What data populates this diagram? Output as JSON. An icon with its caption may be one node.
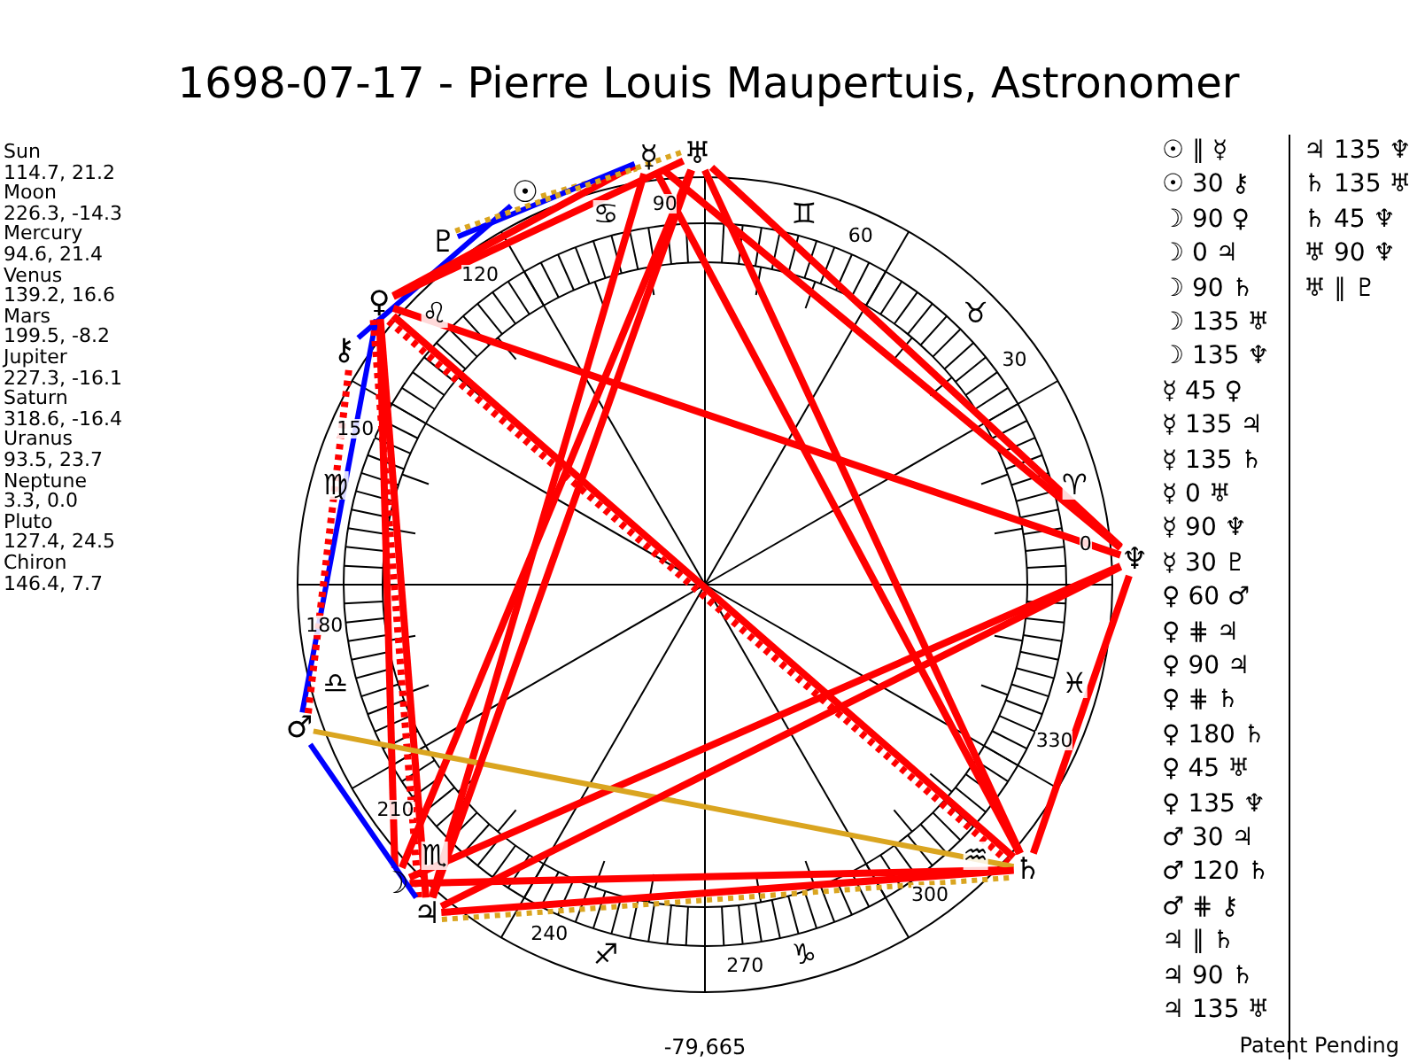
{
  "diagram": {
    "title": "1698-07-17 - Pierre Louis Maupertuis, Astronomer",
    "nodes": [
      {
        "text": [
          "☉"
        ]
      },
      {
        "text": [
          "☽"
        ]
      },
      {
        "text": [
          "☿"
        ]
      },
      {
        "text": [
          "♀"
        ]
      },
      {
        "text": [
          "♂"
        ]
      },
      {
        "text": [
          "♃"
        ]
      },
      {
        "text": [
          "♄"
        ]
      },
      {
        "text": [
          "♅"
        ]
      },
      {
        "text": [
          "♆"
        ]
      },
      {
        "text": [
          "♇"
        ]
      },
      {
        "text": [
          "⚷"
        ]
      }
    ],
    "edges": [
      {
        "from": 0,
        "to": 2,
        "arrow": "none",
        "style": "dashed",
        "color": "#daa520"
      },
      {
        "from": 0,
        "to": 10,
        "arrow": "none",
        "color": "#0000ff"
      },
      {
        "from": 1,
        "to": 3,
        "arrow": "none"
      },
      {
        "from": 1,
        "to": 6,
        "arrow": "none"
      },
      {
        "from": 1,
        "to": 7,
        "arrow": "none"
      },
      {
        "from": 1,
        "to": 8,
        "arrow": "none"
      },
      {
        "from": 2,
        "to": 3,
        "arrow": "none"
      },
      {
        "from": 2,
        "to": 5,
        "arrow": "none"
      },
      {
        "from": 2,
        "to": 6,
        "arrow": "none"
      },
      {
        "from": 2,
        "to": 8,
        "arrow": "none"
      },
      {
        "from": 2,
        "to": 9,
        "arrow": "none",
        "color": "#0000ff"
      },
      {
        "from": 3,
        "to": 4,
        "arrow": "none",
        "color": "#0000ff"
      },
      {
        "from": 3,
        "to": 5,
        "arrow": "none",
        "style": "dashed"
      },
      {
        "from": 3,
        "to": 5,
        "arrow": "none"
      },
      {
        "from": 3,
        "to": 6,
        "arrow": "none",
        "style": "dashed"
      },
      {
        "from": 3,
        "to": 6,
        "arrow": "none"
      },
      {
        "from": 3,
        "to": 7,
        "arrow": "none"
      },
      {
        "from": 3,
        "to": 8,
        "arrow": "none"
      },
      {
        "from": 4,
        "to": 5,
        "arrow": "none",
        "color": "#0000ff"
      },
      {
        "from": 4,
        "to": 6,
        "arrow": "none",
        "color": "#daa520"
      },
      {
        "from": 4,
        "to": 10,
        "arrow": "none",
        "style": "dashed"
      },
      {
        "from": 5,
        "to": 6,
        "arrow": "none",
        "style": "dashed",
        "color": "#daa520"
      },
      {
        "from": 5,
        "to": 6,
        "arrow": "none"
      },
      {
        "from": 5,
        "to": 7,
        "arrow": "none"
      },
      {
        "from": 5,
        "to": 8,
        "arrow": "none"
      },
      {
        "from": 6,
        "to": 7,
        "arrow": "none"
      },
      {
        "from": 6,
        "to": 8,
        "arrow": "none"
      },
      {
        "from": 7,
        "to": 8,
        "arrow": "none"
      },
      {
        "from": 7,
        "to": 9,
        "arrow": "none",
        "style": "dashed",
        "color": "#daa520"
      }
    ],
    "labels": [
      "Sun",
      "114.7, 21.2",
      "Moon",
      "226.3, -14.3",
      "Mercury",
      "94.6, 21.4",
      "Venus",
      "139.2, 16.6",
      "Mars",
      "199.5, -8.2",
      "Jupiter",
      "227.3, -16.1",
      "Saturn",
      "318.6, -16.4",
      "Uranus",
      "93.5, 23.7",
      "Neptune",
      "3.3, 0.0",
      "Pluto",
      "127.4, 24.5",
      "Chiron",
      "146.4, 7.7",
      "♈",
      "♉",
      "♊",
      "♋",
      "♌",
      "♍",
      "♎",
      "♏",
      "♐",
      "♑",
      "♒",
      "♓",
      "0",
      "30",
      "60",
      "90",
      "120",
      "150",
      "180",
      "210",
      "240",
      "270",
      "300",
      "330",
      "-79,665",
      "☉ ∥ ☿",
      "☉ 30 ⚷",
      "☽ 90 ♀",
      "☽ 0 ♃",
      "☽ 90 ♄",
      "☽ 135 ♅",
      "☽ 135 ♆",
      "☿ 45 ♀",
      "☿ 135 ♃",
      "☿ 135 ♄",
      "☿ 0 ♅",
      "☿ 90 ♆",
      "☿ 30 ♇",
      "♀ 60 ♂",
      "♀ ⋕ ♃",
      "♀ 90 ♃",
      "♀ ⋕ ♄",
      "♀ 180 ♄",
      "♀ 45 ♅",
      "♀ 135 ♆",
      "♂ 30 ♃",
      "♂ 120 ♄",
      "♂ ⋕ ⚷",
      "♃ ∥ ♄",
      "♃ 90 ♄",
      "♃ 135 ♅",
      "♃ 135 ♆",
      "♄ 135 ♅",
      "♄ 45 ♆",
      "♅ 90 ♆",
      "♅ ∥ ♇",
      "Patent Pending"
    ]
  }
}
